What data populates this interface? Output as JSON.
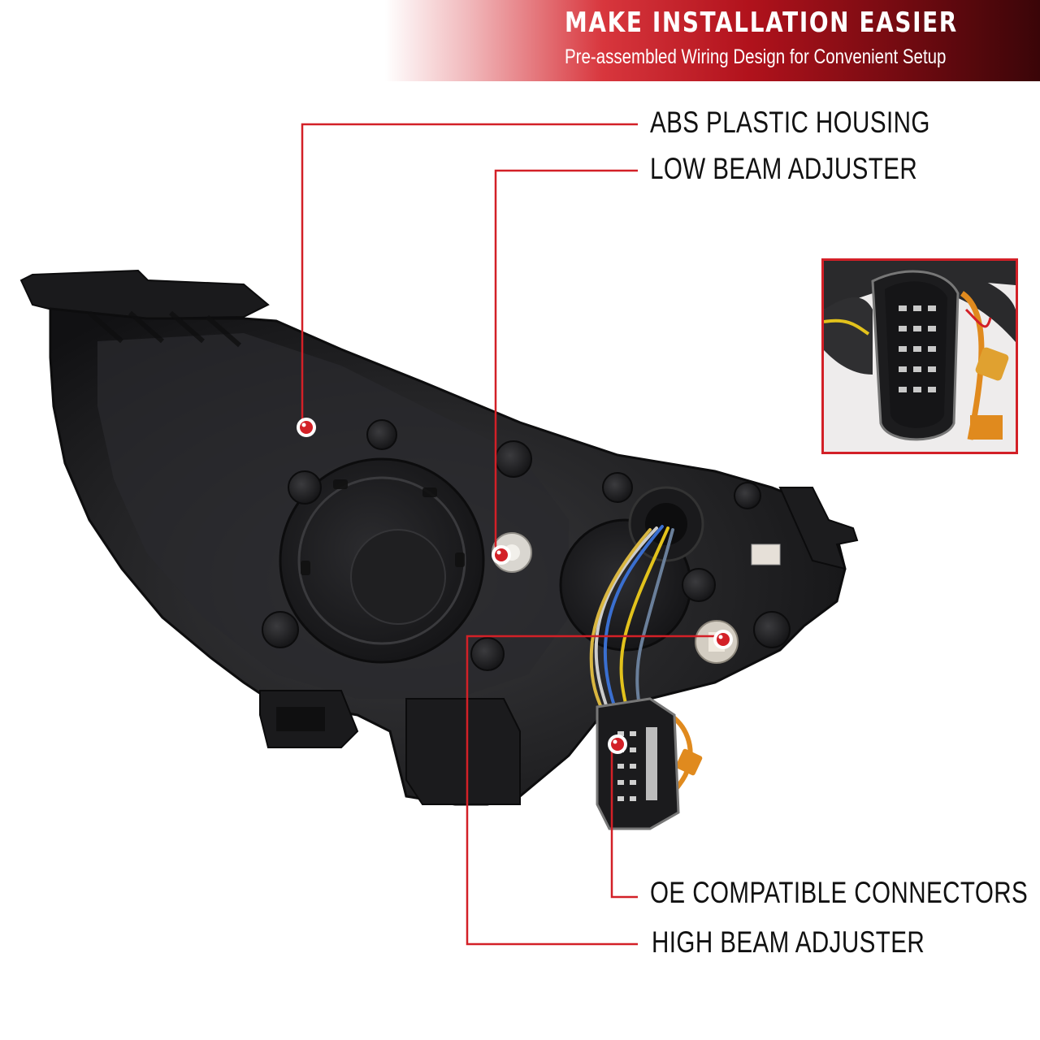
{
  "banner": {
    "title": "MAKE INSTALLATION EASIER",
    "subtitle": "Pre-assembled Wiring Design for Convenient Setup"
  },
  "callouts": [
    {
      "id": "abs-plastic-housing",
      "text": "ABS PLASTIC HOUSING"
    },
    {
      "id": "low-beam-adjuster",
      "text": "LOW BEAM ADJUSTER"
    },
    {
      "id": "oe-compatible-connectors",
      "text": "OE COMPATIBLE CONNECTORS"
    },
    {
      "id": "high-beam-adjuster",
      "text": "HIGH BEAM ADJUSTER"
    }
  ],
  "colors": {
    "accent_red": "#d32027",
    "housing_black": "#1c1c1e",
    "wire_blue": "#3a6fd0",
    "wire_yellow": "#e2c21c",
    "wire_orange": "#e08a1e"
  },
  "icons": {
    "callout_marker": "red-dot-marker",
    "inset": "connector-closeup"
  }
}
